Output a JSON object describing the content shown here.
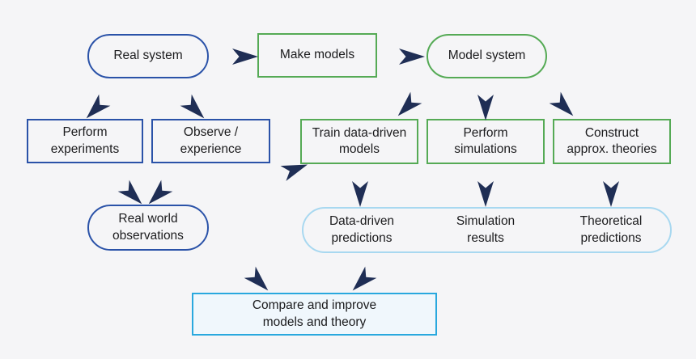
{
  "colors": {
    "background": "#f5f5f7",
    "navy-arrow": "#1f2e55",
    "blue-border": "#2a52a8",
    "green-border": "#55aa55",
    "cyan-border": "#29a8de",
    "lightblue-border": "#a8d8f0",
    "text": "#1b1b1d"
  },
  "nodes": {
    "real_system": {
      "label": "Real system"
    },
    "make_models": {
      "label": "Make models"
    },
    "model_system": {
      "label": "Model system"
    },
    "perform_experiments": {
      "label": "Perform\nexperiments"
    },
    "observe_experience": {
      "label": "Observe /\nexperience"
    },
    "train_models": {
      "label": "Train data-driven\nmodels"
    },
    "perform_simulations": {
      "label": "Perform\nsimulations"
    },
    "construct_theories": {
      "label": "Construct\napprox. theories"
    },
    "real_world_observations": {
      "label": "Real world\nobservations"
    },
    "data_driven_predictions": {
      "label": "Data-driven\npredictions"
    },
    "simulation_results": {
      "label": "Simulation\nresults"
    },
    "theoretical_predictions": {
      "label": "Theoretical\npredictions"
    },
    "compare_improve": {
      "label": "Compare and improve\nmodels and theory"
    }
  },
  "edges": [
    {
      "from": "Real system",
      "to": "Make models"
    },
    {
      "from": "Make models",
      "to": "Model system"
    },
    {
      "from": "Real system",
      "to": "Perform experiments"
    },
    {
      "from": "Real system",
      "to": "Observe / experience"
    },
    {
      "from": "Model system",
      "to": "Train data-driven models"
    },
    {
      "from": "Model system",
      "to": "Perform simulations"
    },
    {
      "from": "Model system",
      "to": "Construct approx. theories"
    },
    {
      "from": "Perform experiments",
      "to": "Real world observations"
    },
    {
      "from": "Observe / experience",
      "to": "Real world observations"
    },
    {
      "from": "Real world observations",
      "to": "Train data-driven models"
    },
    {
      "from": "Train data-driven models",
      "to": "Data-driven predictions"
    },
    {
      "from": "Perform simulations",
      "to": "Simulation results"
    },
    {
      "from": "Construct approx. theories",
      "to": "Theoretical predictions"
    },
    {
      "from": "Real world observations",
      "to": "Compare and improve models and theory"
    },
    {
      "from": "Predictions / results",
      "to": "Compare and improve models and theory"
    }
  ]
}
